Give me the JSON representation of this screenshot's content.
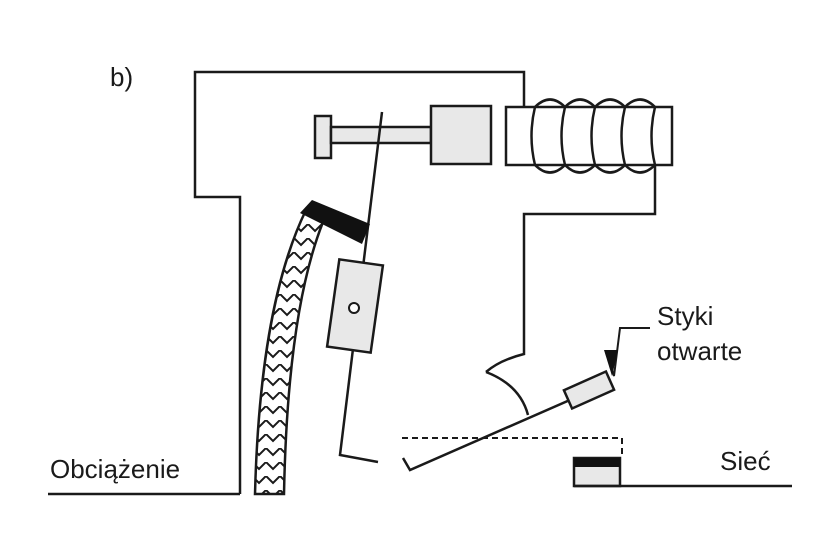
{
  "labels": {
    "panel": "b)",
    "contacts": [
      "Styki",
      "otwarte"
    ],
    "load": "Obciążenie",
    "mains": "Sieć"
  },
  "colors": {
    "stroke": "#1a1a1a",
    "fill_light": "#e8e8e8",
    "fill_dark": "#111111",
    "background": "#ffffff"
  },
  "icons": {
    "coil": "coil-icon",
    "bimetal": "bimetal-strip-icon",
    "plunger": "plunger-icon",
    "contact": "contact-icon"
  }
}
